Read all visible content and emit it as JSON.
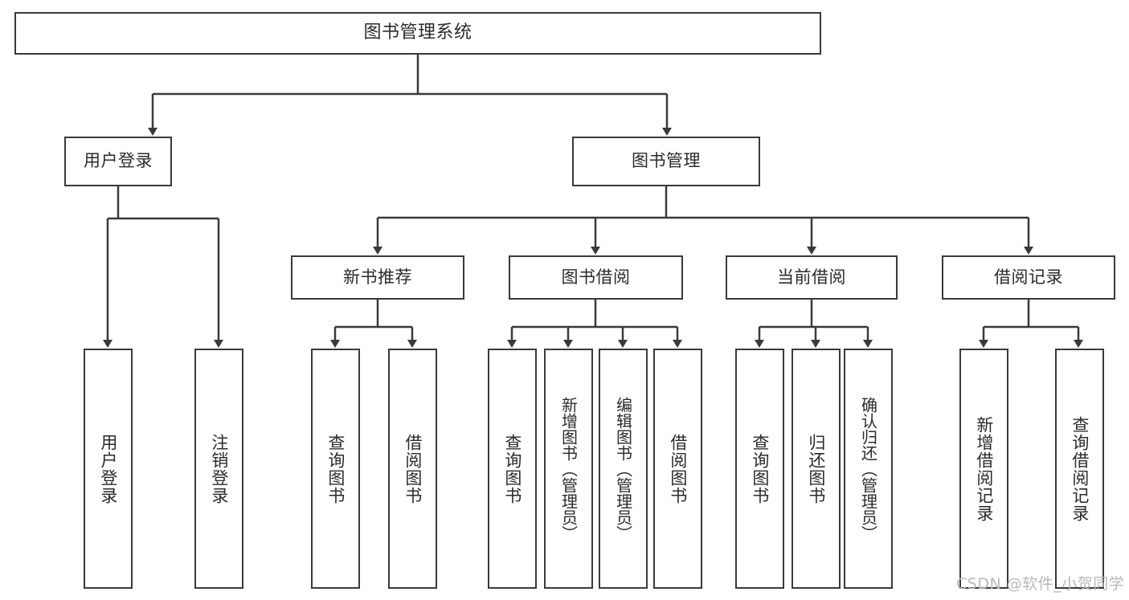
{
  "diagram": {
    "title": "图书管理系统",
    "colors": {
      "stroke": "#3a3a3a",
      "text": "#2b2b2b",
      "background": "#ffffff",
      "watermark": "#b9b9b9"
    },
    "root": {
      "label": "图书管理系统"
    },
    "level2": [
      {
        "label": "用户登录"
      },
      {
        "label": "图书管理"
      }
    ],
    "level3": [
      {
        "label": "新书推荐"
      },
      {
        "label": "图书借阅"
      },
      {
        "label": "当前借阅"
      },
      {
        "label": "借阅记录"
      }
    ],
    "leaves": [
      {
        "label": "用户登录",
        "parent": "用户登录"
      },
      {
        "label": "注销登录",
        "parent": "用户登录"
      },
      {
        "label": "查询图书",
        "parent": "新书推荐"
      },
      {
        "label": "借阅图书",
        "parent": "新书推荐"
      },
      {
        "label": "查询图书",
        "parent": "图书借阅"
      },
      {
        "label": "新增图书（管理员）",
        "parent": "图书借阅"
      },
      {
        "label": "编辑图书（管理员）",
        "parent": "图书借阅"
      },
      {
        "label": "借阅图书",
        "parent": "图书借阅"
      },
      {
        "label": "查询图书",
        "parent": "当前借阅"
      },
      {
        "label": "归还图书",
        "parent": "当前借阅"
      },
      {
        "label": "确认归还（管理员）",
        "parent": "当前借阅"
      },
      {
        "label": "新增借阅记录",
        "parent": "借阅记录"
      },
      {
        "label": "查询借阅记录",
        "parent": "借阅记录"
      }
    ],
    "watermark": "CSDN @软件_小贺同学"
  }
}
